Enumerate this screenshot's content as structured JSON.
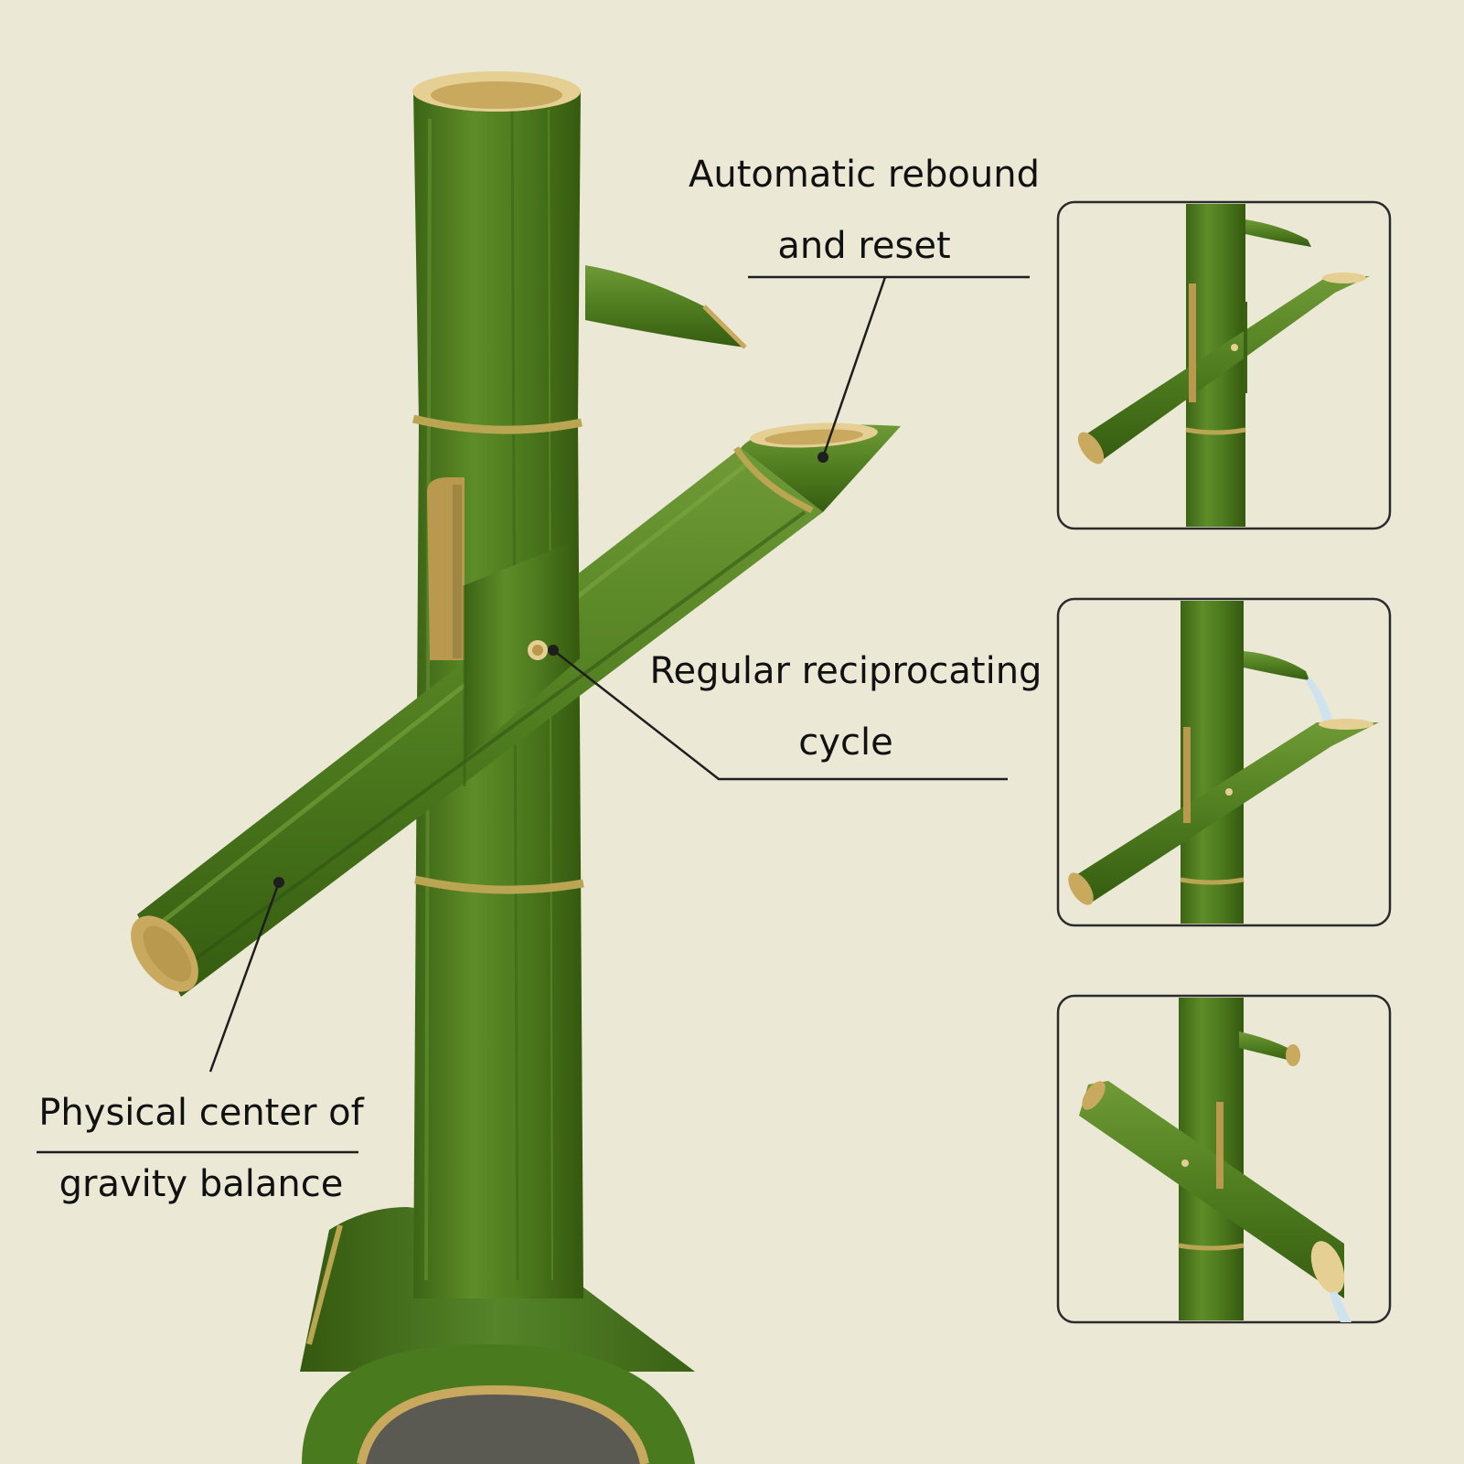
{
  "callouts": {
    "rebound": {
      "line1": "Automatic rebound",
      "line2": "and reset"
    },
    "cycle": {
      "line1": "Regular reciprocating",
      "line2": "cycle"
    },
    "gravity": {
      "line1": "Physical center of",
      "line2": "gravity balance"
    }
  },
  "panels": [
    {
      "name": "stage-idle",
      "water_flowing": false
    },
    {
      "name": "stage-filling",
      "water_flowing": true
    },
    {
      "name": "stage-tipping",
      "water_flowing": true
    }
  ],
  "colors": {
    "background": "#ebe8d6",
    "bamboo_green": "#4f7d1f",
    "bamboo_dark": "#3a6114",
    "bamboo_light": "#6f9a36",
    "node_band": "#b9a552",
    "cut_face": "#e6cf93",
    "cut_inner": "#c9a95e",
    "panel_border": "#2b2b2b",
    "water": "#cfe3ef"
  }
}
